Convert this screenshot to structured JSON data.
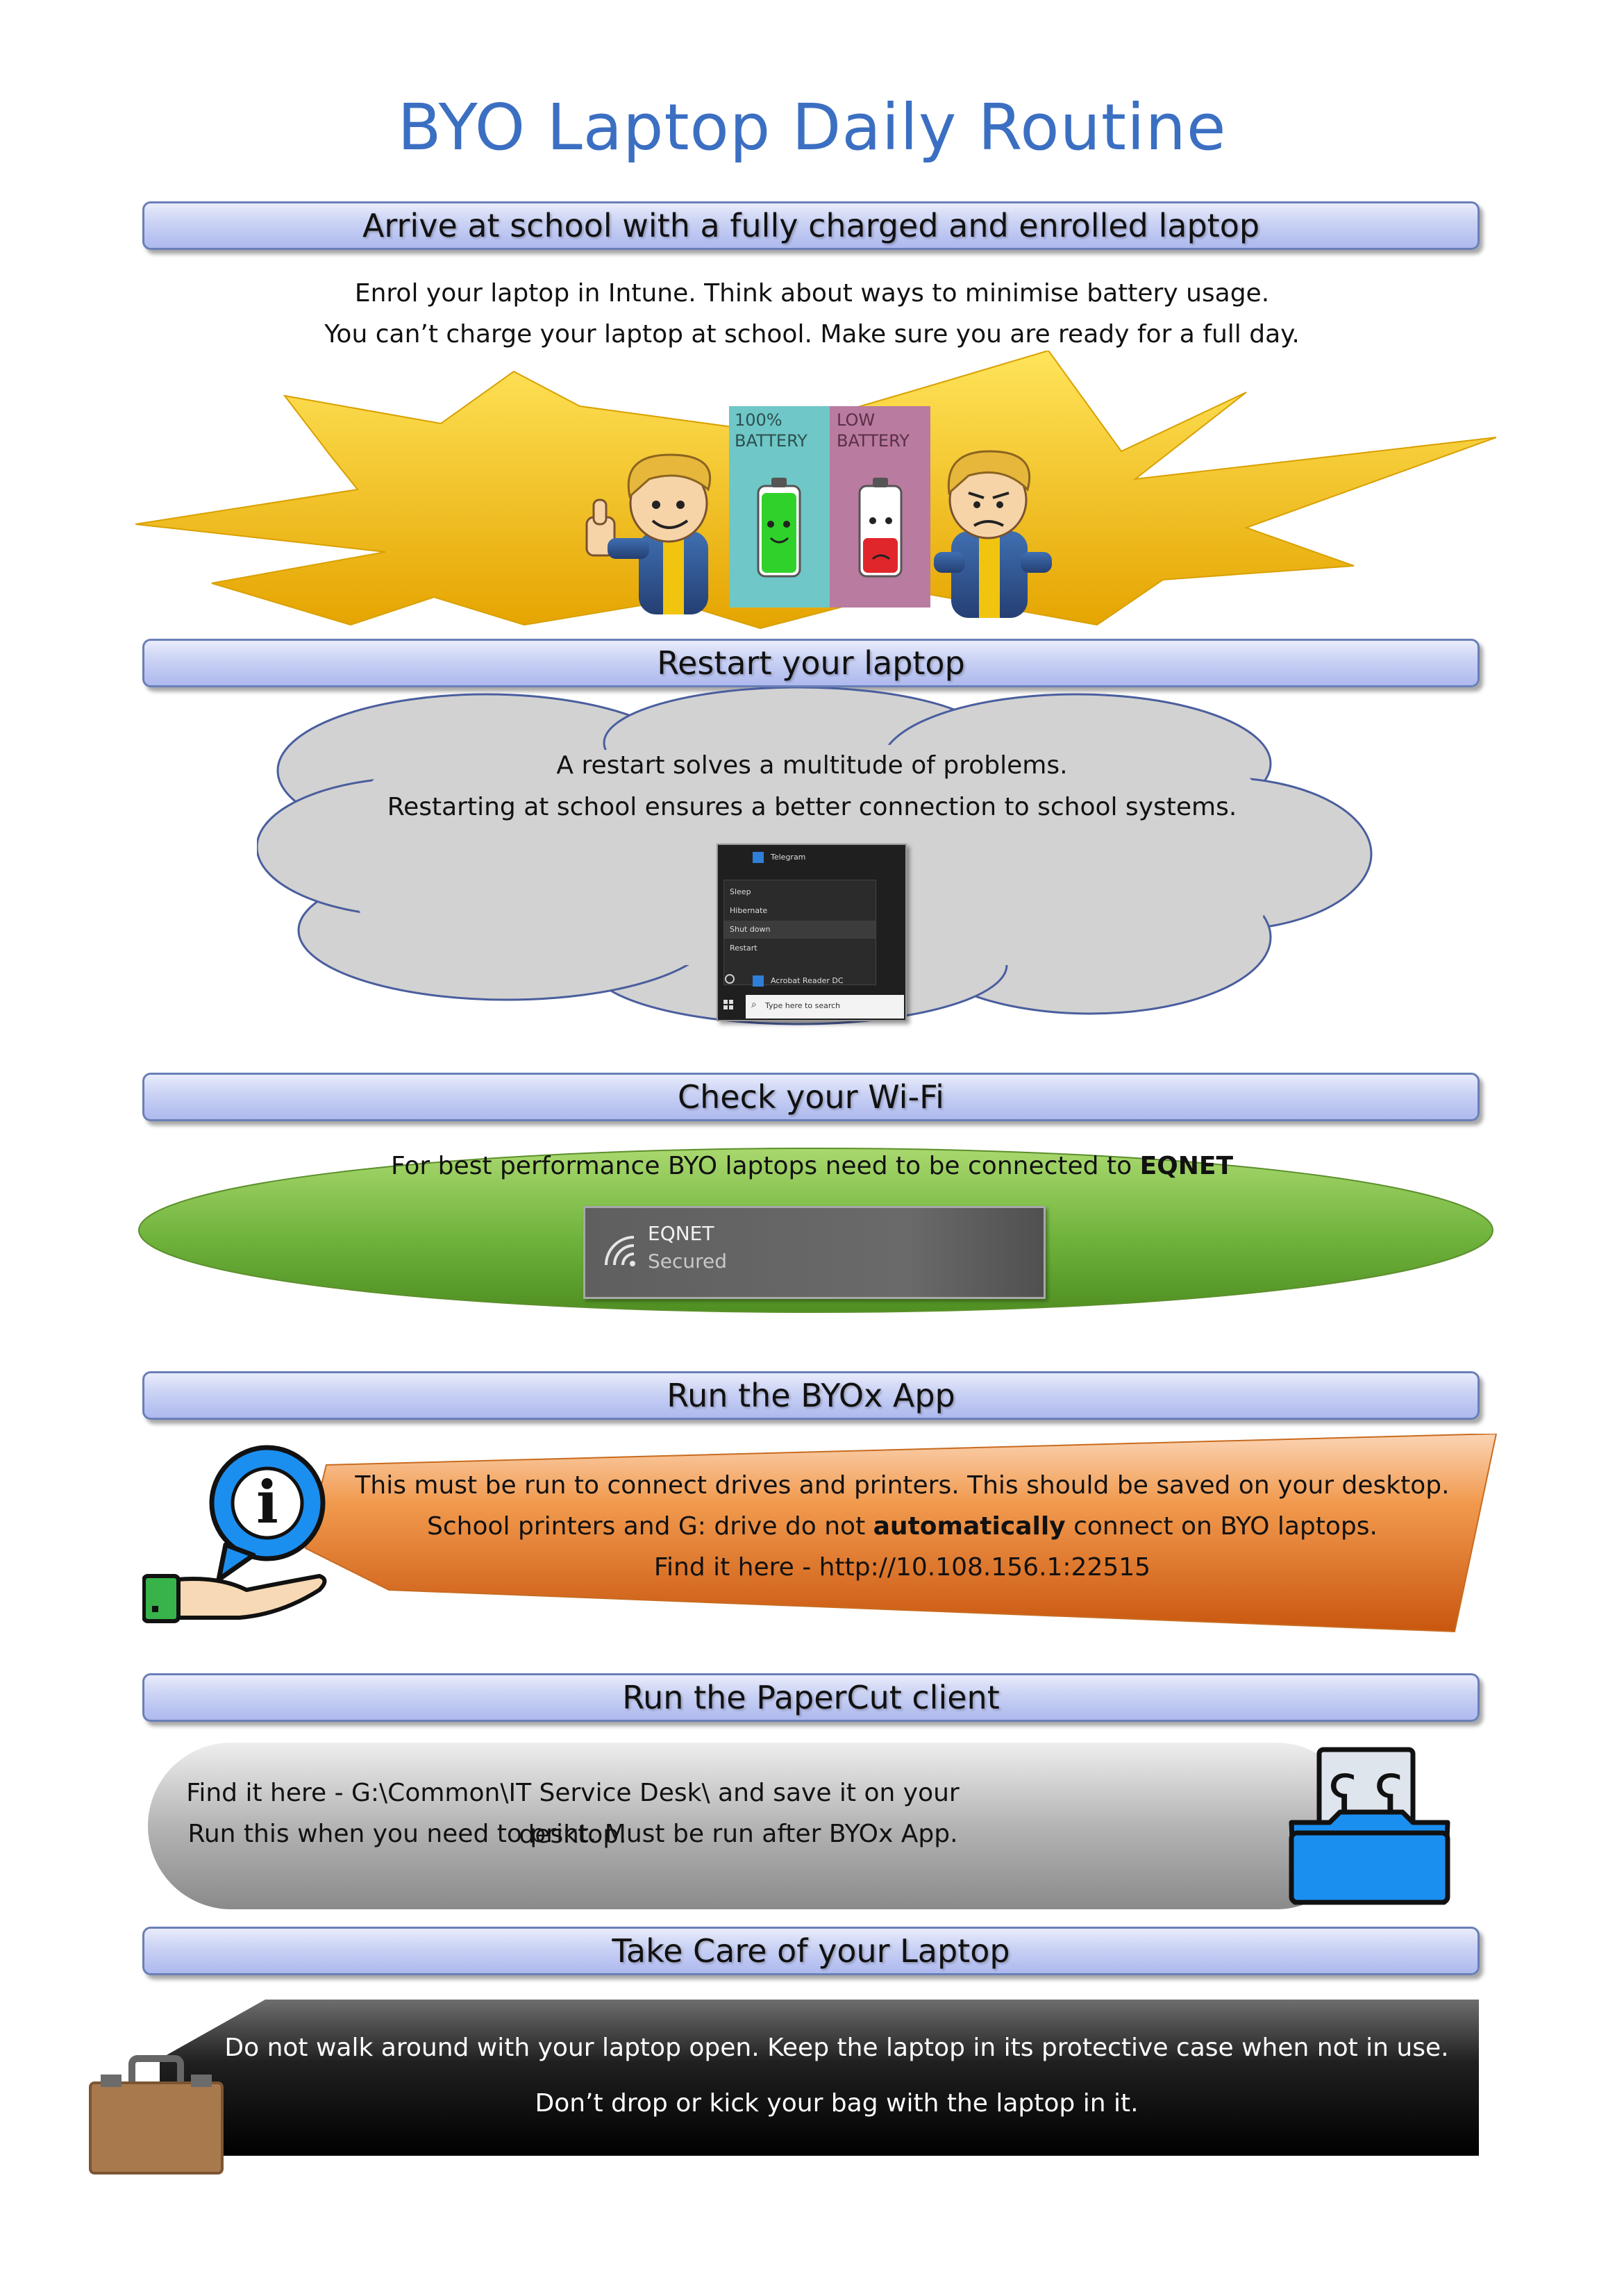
{
  "title": "BYO Laptop Daily Routine",
  "sections": [
    {
      "heading": "Arrive at school with a fully charged and enrolled laptop",
      "lines": [
        "Enrol your laptop in Intune. Think about ways to minimise battery usage.",
        "You can’t charge your laptop at school. Make sure you are ready for a full day."
      ],
      "battery_full_label": "100% BATTERY",
      "battery_low_label": "LOW BATTERY"
    },
    {
      "heading": "Restart your laptop",
      "lines": [
        "A restart solves a multitude of problems.",
        "Restarting at school ensures a better connection to school systems."
      ],
      "menu": {
        "top_app": "Telegram",
        "items": [
          "Sleep",
          "Hibernate",
          "Shut down",
          "Restart"
        ],
        "bottom_app": "Acrobat Reader DC",
        "search_placeholder": "Type here to search"
      }
    },
    {
      "heading": "Check your Wi-Fi",
      "line_prefix": "For best performance BYO laptops need to be connected to ",
      "line_bold": "EQNET",
      "wifi_name": "EQNET",
      "wifi_status": "Secured"
    },
    {
      "heading": "Run the BYOx App",
      "line1": "This must be run to connect drives and printers. This should be saved on your desktop.",
      "line2_prefix": "School printers and G: drive do not ",
      "line2_bold": "automatically",
      "line2_suffix": " connect on BYO laptops.",
      "line3": "Find it here - http://10.108.156.1:22515",
      "info_glyph": "i"
    },
    {
      "heading": "Run the PaperCut client",
      "lines": [
        "Find it here - G:\\Common\\IT Service Desk\\ and save it on your desktop.",
        "Run this when you need to print. Must be run after BYOx App."
      ]
    },
    {
      "heading": "Take Care of your Laptop",
      "lines": [
        "Do not walk around with your laptop open. Keep the laptop in its protective case when not in use.",
        "Don’t drop or kick your bag with the laptop in it."
      ]
    }
  ],
  "colors": {
    "title": "#3b6fc2",
    "starburst": "#f4c018",
    "cloud": "#d2d2d2",
    "wifi_ellipse": "#7cb342",
    "byox_banner": "#e87a2b",
    "papercut_pill": "#b8b8b8",
    "care_banner": "#000000"
  },
  "icons": [
    "starburst-shape",
    "thumbs-up-mascot-icon",
    "grumpy-mascot-icon",
    "full-battery-icon",
    "low-battery-icon",
    "wifi-icon",
    "info-icon",
    "hand-icon",
    "printer-folder-icon",
    "briefcase-icon",
    "windows-icon",
    "search-icon",
    "power-icon"
  ]
}
